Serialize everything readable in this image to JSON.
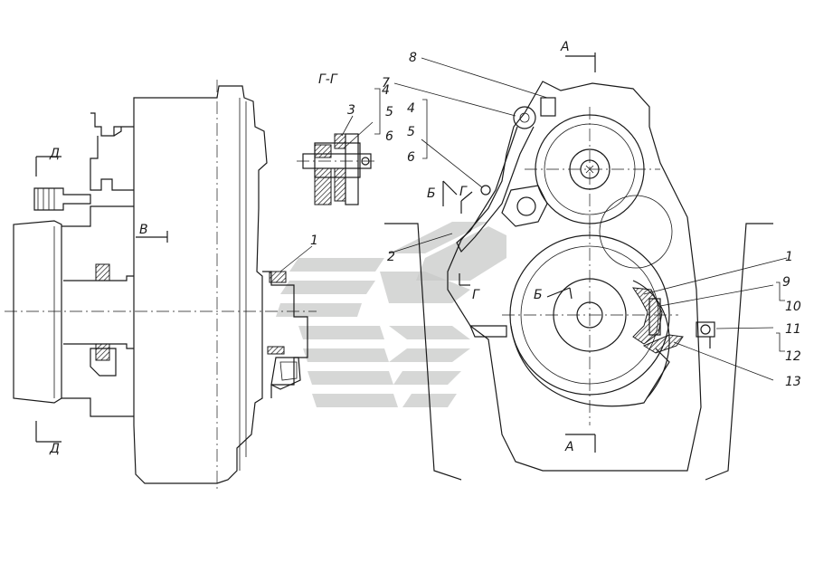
{
  "drawing": {
    "section_gg": "Г-Г",
    "section_a_top": "А",
    "section_a_bottom": "А",
    "view_b": "Б",
    "view_b2": "Б",
    "view_v": "В",
    "view_d_top": "Д",
    "view_d_bottom": "Д",
    "view_g1": "Г",
    "view_g2": "Г"
  },
  "callouts": {
    "c1_left": "1",
    "c2": "2",
    "c3": "3",
    "c4_gg": "4",
    "c5_gg": "5",
    "c6_gg": "6",
    "c4": "4",
    "c5": "5",
    "c6": "6",
    "c7": "7",
    "c8": "8",
    "c1_right": "1",
    "c9": "9",
    "c10": "10",
    "c11": "11",
    "c12": "12",
    "c13": "13"
  },
  "colors": {
    "line": "#1a1a1a",
    "watermark": "#c8cac8"
  }
}
